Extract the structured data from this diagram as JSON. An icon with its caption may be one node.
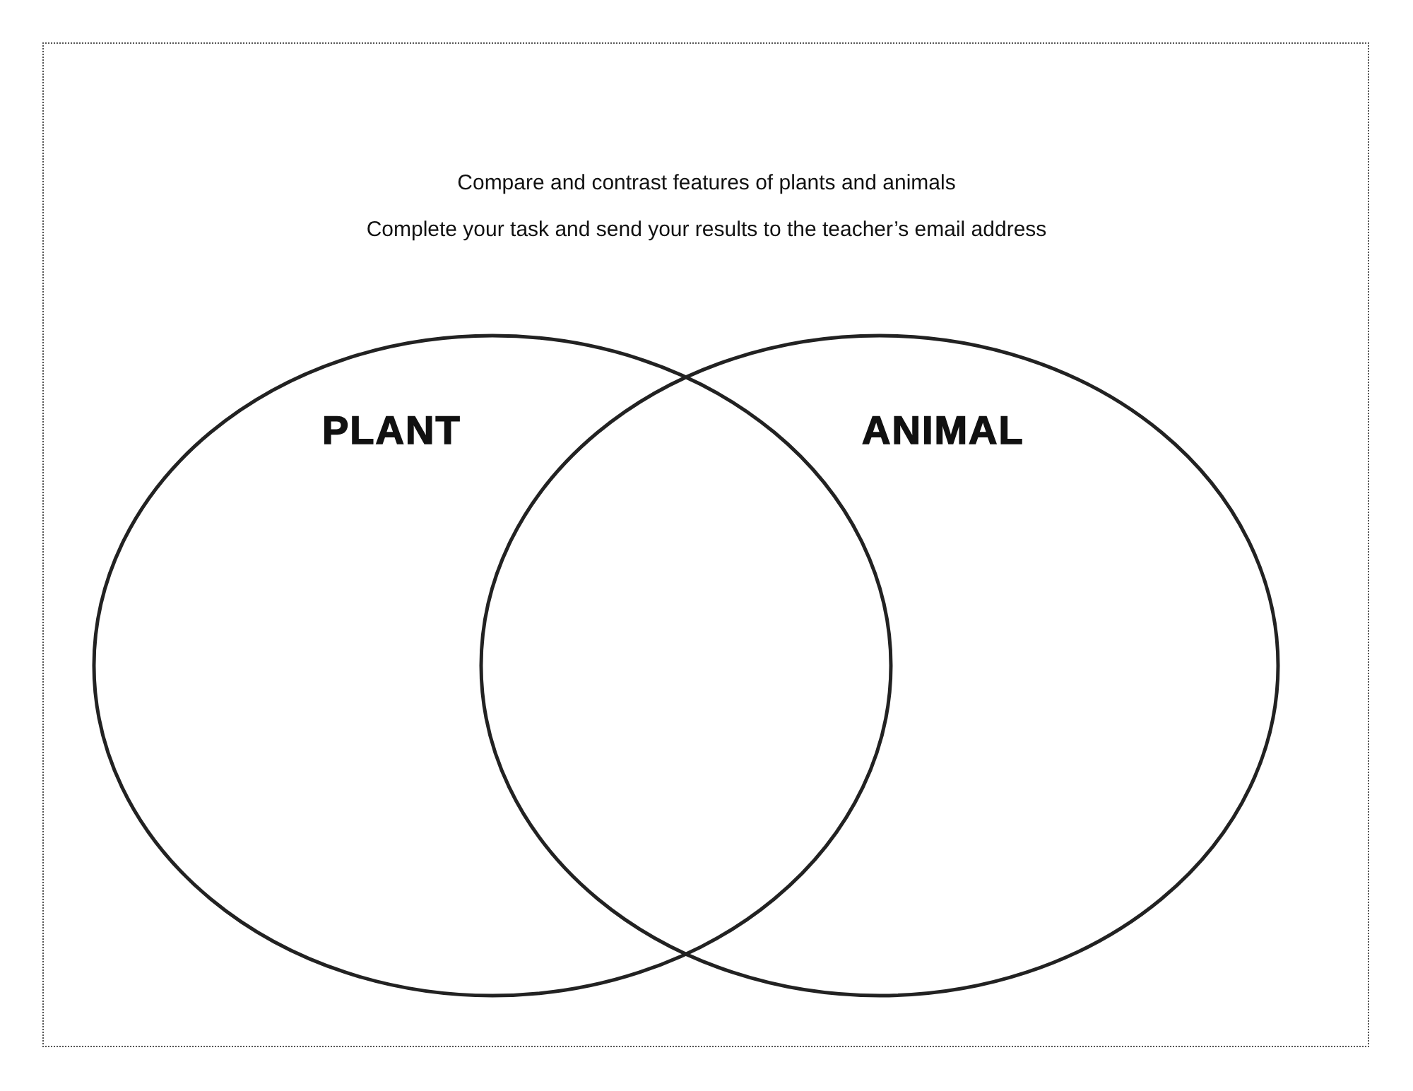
{
  "diagram": {
    "title": "Compare and contrast features of plants and animals",
    "nodes": [
      {
        "text": [
          "PLANT"
        ]
      },
      {
        "text": [
          "ANIMAL"
        ]
      }
    ],
    "labels": [
      "Complete your task and send your results to the teacher’s email address"
    ]
  }
}
